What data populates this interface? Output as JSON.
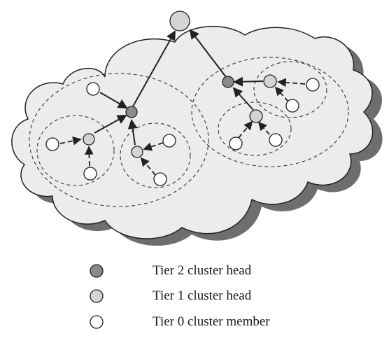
{
  "colors": {
    "tier2": "#8a8a8a",
    "tier1": "#d4d4d4",
    "tier0": "#ffffff",
    "cloud_fill": "#ececec",
    "cloud_shadow": "#6e6e6e",
    "stroke": "#222222"
  },
  "legend": {
    "tier2_label": "Tier 2 cluster head",
    "tier1_label": "Tier 1 cluster head",
    "tier0_label": "Tier 0 cluster member"
  }
}
